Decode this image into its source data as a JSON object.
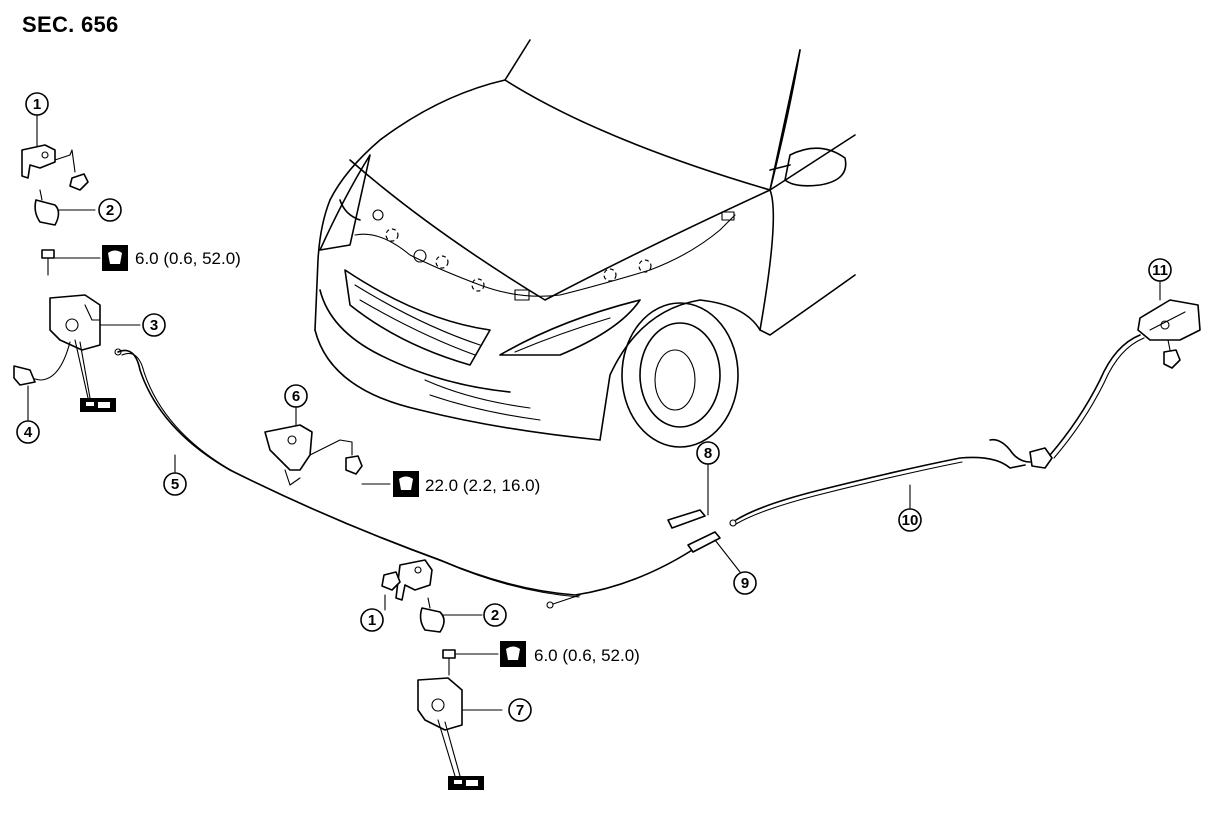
{
  "section_label": "SEC. 656",
  "callouts": {
    "c1a": "1",
    "c2a": "2",
    "c3": "3",
    "c4": "4",
    "c5": "5",
    "c6": "6",
    "c1b": "1",
    "c2b": "2",
    "c7": "7",
    "c8": "8",
    "c9": "9",
    "c10": "10",
    "c11": "11"
  },
  "torque_specs": {
    "t_upper": "6.0 (0.6, 52.0)",
    "t_middle": "22.0 (2.2, 16.0)",
    "t_lower": "6.0 (0.6, 52.0)"
  },
  "icons": [
    "torque-wrench-icon",
    "grease-apply-icon"
  ]
}
